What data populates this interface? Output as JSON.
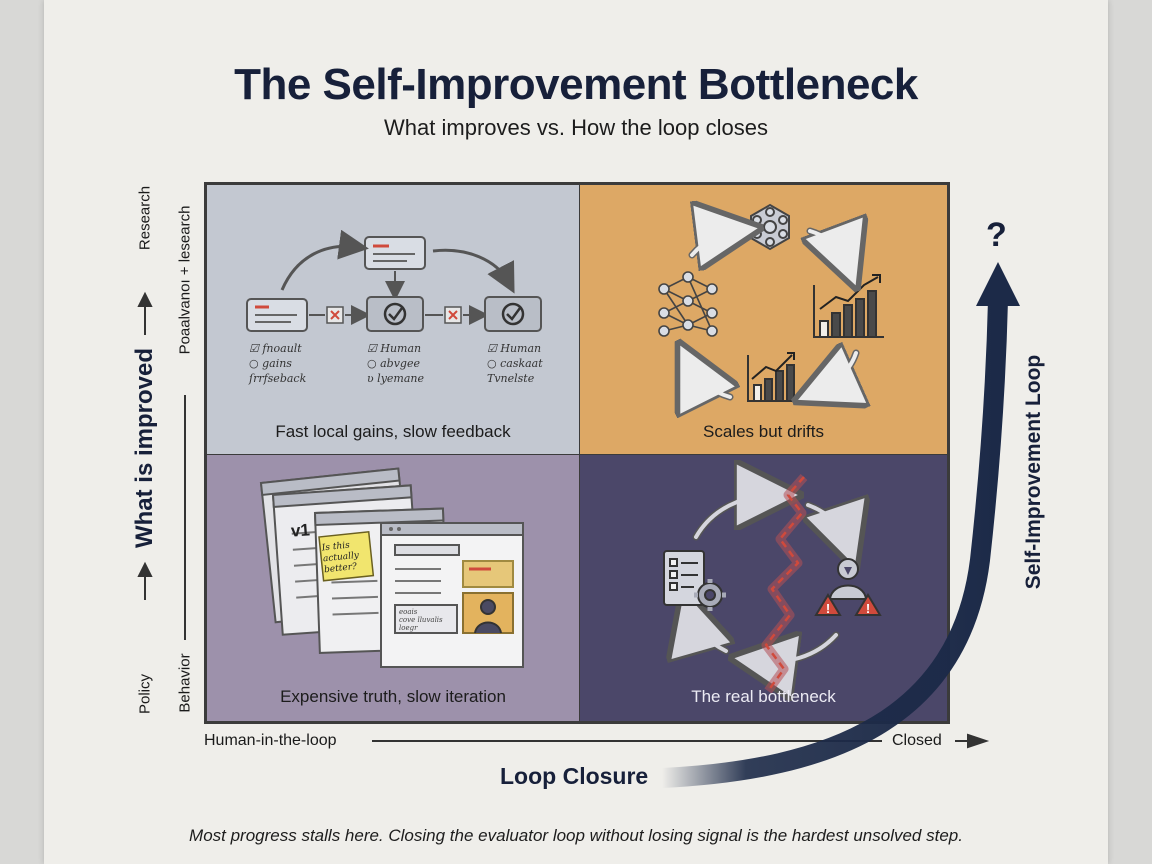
{
  "header": {
    "title": "The Self-Improvement Bottleneck",
    "subtitle": "What improves vs. How the loop closes"
  },
  "y_axis": {
    "label": "What is improved",
    "outer_top": "Research",
    "outer_bottom": "Policy",
    "inner_top": "Poaalvanoı + lesearch",
    "inner_bottom": "Behavior"
  },
  "x_axis": {
    "left": "Human-in-the-loop",
    "right": "Closed",
    "title": "Loop Closure"
  },
  "curve": {
    "label": "Self-Improvement Loop",
    "question": "?"
  },
  "quadrants": {
    "top_left": {
      "label": "Fast local gains, slow feedback",
      "notes": [
        [
          "☑ fnoault",
          "○ gains",
          "ſrrfseback"
        ],
        [
          "☑ Human",
          "○ abvgee",
          "ʋ lyemane"
        ],
        [
          "☑ Human",
          "○ caskaat",
          "Tvnelste"
        ]
      ]
    },
    "top_right": {
      "label": "Scales but drifts"
    },
    "bottom_left": {
      "label": "Expensive truth, slow iteration",
      "version": "v1",
      "sticky": [
        "Is this",
        "actually",
        "better?"
      ],
      "doc_scribble": [
        "eoais",
        "cove lluvalis",
        "loegr"
      ]
    },
    "bottom_right": {
      "label": "The real bottleneck"
    }
  },
  "footer": {
    "caption": "Most progress stalls here. Closing the evaluator loop without losing signal is the hardest unsolved step."
  },
  "colors": {
    "navy": "#1c2a48",
    "quad_top_left": "#c3c8d1",
    "quad_top_right": "#dda865",
    "quad_bottom_left": "#9d91ab",
    "quad_bottom_right": "#4b4769",
    "warning_red": "#d04a3c"
  }
}
